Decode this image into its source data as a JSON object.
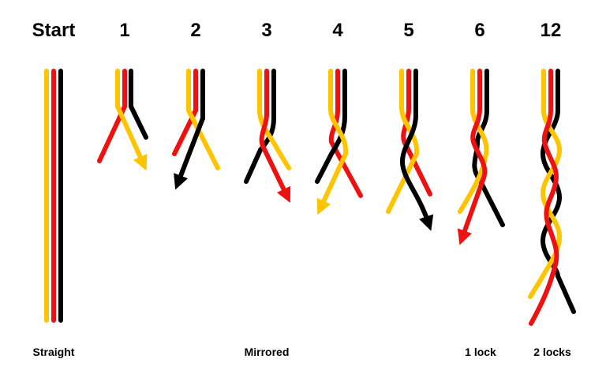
{
  "colors": {
    "yellow": "#ffc400",
    "red": "#ee1111",
    "black": "#000000"
  },
  "headers": [
    "Start",
    "1",
    "2",
    "3",
    "4",
    "5",
    "6",
    "12"
  ],
  "captions": {
    "straight": "Straight",
    "mirrored": "Mirrored",
    "one_lock": "1 lock",
    "two_locks": "2 locks"
  }
}
